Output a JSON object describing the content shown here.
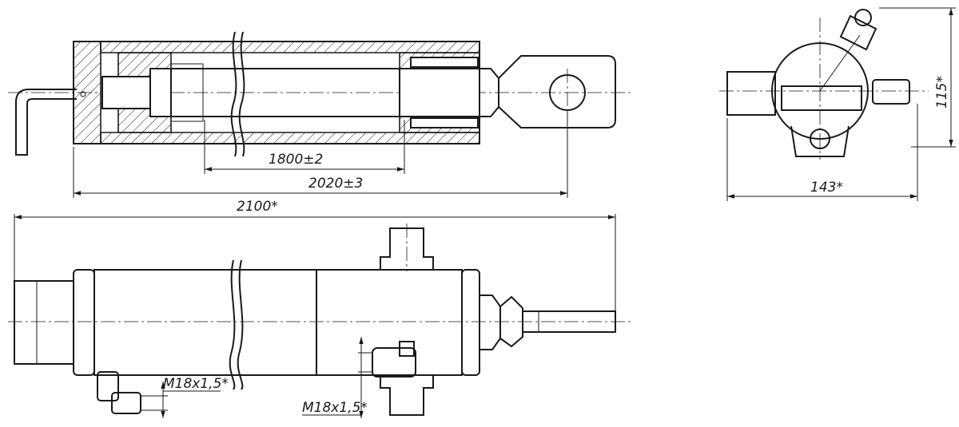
{
  "dimensions": {
    "stroke_length": "1800±2",
    "closed_length": "2020±3",
    "overall_length": "2100*",
    "width": "143*",
    "height": "115*"
  },
  "ports": {
    "rear_port_thread": "M18x1,5*",
    "front_port_thread": "M18x1,5*"
  },
  "colors": {
    "line": "#1a1a1a",
    "background": "#ffffff"
  }
}
